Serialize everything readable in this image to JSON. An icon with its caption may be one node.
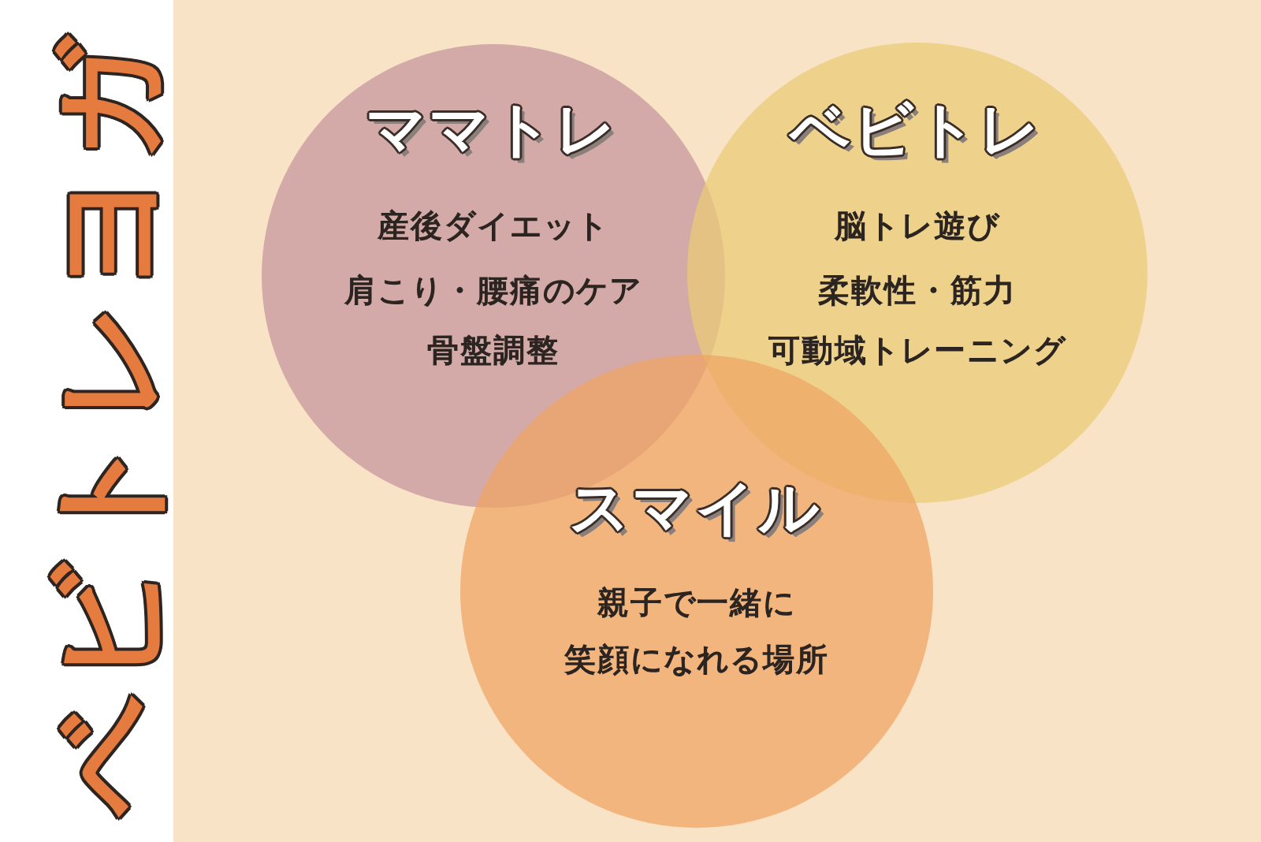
{
  "diagram": {
    "title": "ベビトレヨガ",
    "nodes": [
      {
        "text": [
          "ママトレ",
          "産後ダイエット",
          "肩こり・腰痛のケア",
          "骨盤調整"
        ]
      },
      {
        "text": [
          "ベビトレ",
          "脳トレ遊び",
          "柔軟性・筋力",
          "可動域トレーニング"
        ]
      },
      {
        "text": [
          "スマイル",
          "親子で一緒に笑顔になれる場所"
        ]
      }
    ]
  }
}
